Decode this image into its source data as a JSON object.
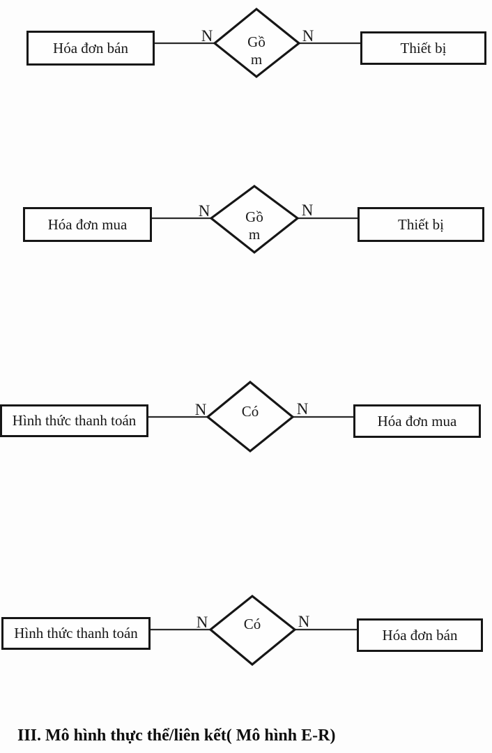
{
  "heading": {
    "text": "III. Mô hình thực thể/liên kết( Mô hình E-R)"
  },
  "diagram": {
    "colors": {
      "stroke": "#161616",
      "background": "#fdfdfd",
      "text": "#171717"
    },
    "rows": [
      {
        "left_entity": "Hóa đơn bán",
        "left_cardinality": "N",
        "relationship_line1": "Gồ",
        "relationship_line2": "m",
        "right_cardinality": "N",
        "right_entity": "Thiết bị"
      },
      {
        "left_entity": "Hóa đơn mua",
        "left_cardinality": "N",
        "relationship_line1": "Gồ",
        "relationship_line2": "m",
        "right_cardinality": "N",
        "right_entity": "Thiết bị"
      },
      {
        "left_entity": "Hình thức thanh toán",
        "left_cardinality": "N",
        "relationship_line1": "Có",
        "relationship_line2": "",
        "right_cardinality": "N",
        "right_entity": "Hóa đơn mua"
      },
      {
        "left_entity": "Hình thức thanh toán",
        "left_cardinality": "N",
        "relationship_line1": "Có",
        "relationship_line2": "",
        "right_cardinality": "N",
        "right_entity": "Hóa đơn bán"
      }
    ]
  }
}
